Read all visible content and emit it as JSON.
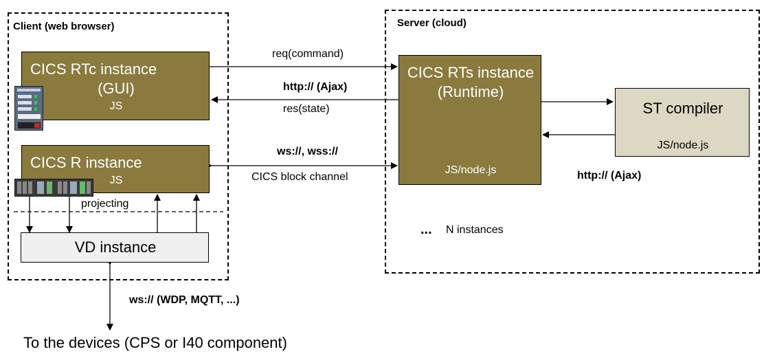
{
  "client_container": {
    "title": "Client (web browser)"
  },
  "server_container": {
    "title": "Server (cloud)"
  },
  "rtc_box": {
    "line1": "CICS RTc instance",
    "line2": "(GUI)",
    "sub": "JS"
  },
  "r_box": {
    "line1": "CICS R instance",
    "sub": "JS"
  },
  "rts_box": {
    "line1": "CICS RTs instance",
    "line2": "(Runtime)",
    "sub": "JS/node.js"
  },
  "st_box": {
    "title": "ST compiler",
    "sub": "JS/node.js"
  },
  "vd_box": {
    "title": "VD instance"
  },
  "labels": {
    "req": "req(command)",
    "http_ajax_1": "http:// (Ajax)",
    "res": "res(state)",
    "ws_wss": "ws://, wss://",
    "cics_channel": "CICS block channel",
    "http_ajax_2": "http:// (Ajax)",
    "projecting": "projecting",
    "n_instances_dots": "...",
    "n_instances": "N instances",
    "ws_protocols": "ws:// (WDP, MQTT, ...)",
    "devices": "To the devices (CPS or I40 component)"
  },
  "colors": {
    "olive": "#8a7a3e",
    "beige": "#ddd8c4",
    "grey": "#f0f0f0"
  },
  "icons": [
    "plc-panel-thumbnail-icon",
    "rack-thumbnail-icon"
  ]
}
